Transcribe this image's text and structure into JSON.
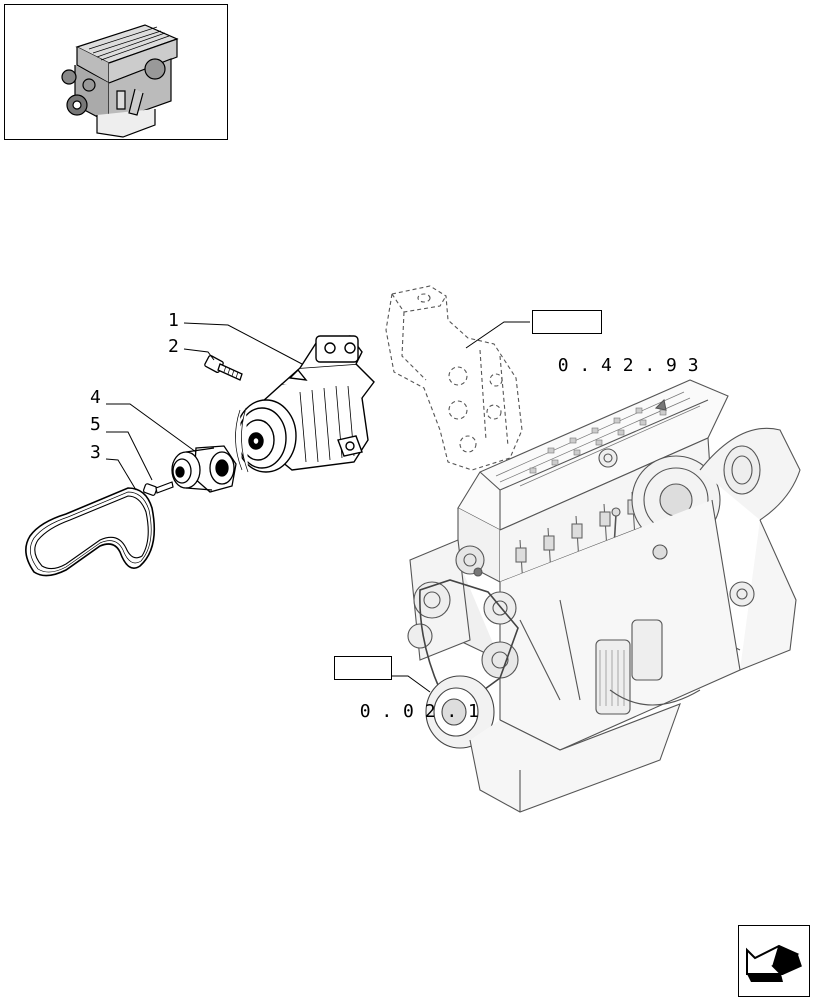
{
  "callouts": [
    {
      "id": "1",
      "label": "1"
    },
    {
      "id": "2",
      "label": "2"
    },
    {
      "id": "3",
      "label": "3"
    },
    {
      "id": "4",
      "label": "4"
    },
    {
      "id": "5",
      "label": "5"
    }
  ],
  "references": {
    "bracket_ref": "0 . 4 2 . 9 3",
    "pulley_ref": "0 . 0 2 . 1"
  },
  "icons": {
    "thumbnail": "engine-thumbnail-icon",
    "navigation": "next-page-arrow-icon"
  }
}
